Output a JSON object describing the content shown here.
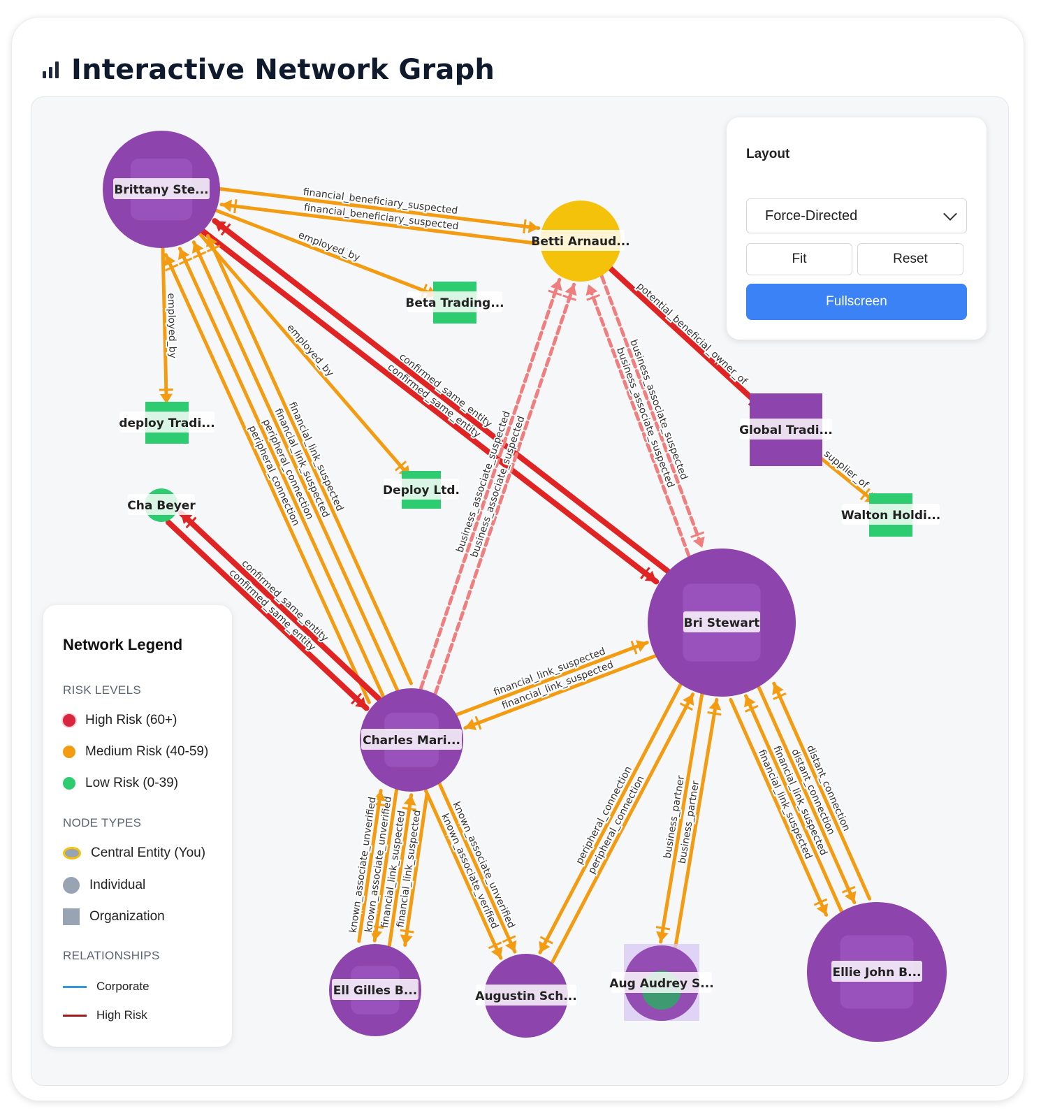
{
  "title": "Interactive Network Graph",
  "colors": {
    "purple": "#8e44ad",
    "yellow": "#f5c20b",
    "green": "#2ecc71",
    "orange": "#f39c12",
    "red": "#e02424",
    "salmon": "#ef7f7f",
    "blue": "#3b82f6"
  },
  "layout_panel": {
    "title": "Layout",
    "select_value": "Force-Directed",
    "fit_label": "Fit",
    "reset_label": "Reset",
    "fullscreen_label": "Fullscreen"
  },
  "legend": {
    "title": "Network Legend",
    "risk_title": "RISK LEVELS",
    "high": "High Risk (60+)",
    "medium": "Medium Risk (40-59)",
    "low": "Low Risk (0-39)",
    "types_title": "NODE TYPES",
    "central": "Central Entity (You)",
    "individual": "Individual",
    "organization": "Organization",
    "rel_title": "RELATIONSHIPS",
    "corporate": "Corporate",
    "highrisk": "High Risk"
  },
  "graph": {
    "nodes": [
      {
        "id": "brittany",
        "label": "Brittany Ste...",
        "shape": "circle",
        "color": "purple"
      },
      {
        "id": "betti",
        "label": "Betti Arnaud...",
        "shape": "circle",
        "color": "yellow"
      },
      {
        "id": "beta",
        "label": "Beta Trading...",
        "shape": "org",
        "color": "green"
      },
      {
        "id": "deployt",
        "label": "deploy Tradi...",
        "shape": "org",
        "color": "green"
      },
      {
        "id": "deployltd",
        "label": "Deploy Ltd.",
        "shape": "org",
        "color": "green"
      },
      {
        "id": "global",
        "label": "Global Tradi...",
        "shape": "orgbig",
        "color": "purple"
      },
      {
        "id": "walton",
        "label": "Walton Holdi...",
        "shape": "org",
        "color": "green"
      },
      {
        "id": "cha",
        "label": "Cha Beyer",
        "shape": "circle",
        "color": "green"
      },
      {
        "id": "bri",
        "label": "Bri Stewart",
        "shape": "circle",
        "color": "purple"
      },
      {
        "id": "charles",
        "label": "Charles Mari...",
        "shape": "circle",
        "color": "purple"
      },
      {
        "id": "ell",
        "label": "Ell Gilles B...",
        "shape": "circle",
        "color": "purple"
      },
      {
        "id": "augustin",
        "label": "Augustin Sch...",
        "shape": "circle",
        "color": "purple"
      },
      {
        "id": "aug",
        "label": "Aug Audrey S...",
        "shape": "circle",
        "color": "purple"
      },
      {
        "id": "ellie",
        "label": "Ellie John B...",
        "shape": "circle",
        "color": "purple"
      }
    ],
    "edges": [
      {
        "from": "betti",
        "to": "brittany",
        "label": "financial_beneficiary_suspected",
        "color": "orange"
      },
      {
        "from": "brittany",
        "to": "betti",
        "label": "financial_beneficiary_suspected",
        "color": "orange"
      },
      {
        "from": "brittany",
        "to": "beta",
        "label": "employed_by",
        "color": "orange"
      },
      {
        "from": "brittany",
        "to": "deployt",
        "label": "employed_by",
        "color": "orange"
      },
      {
        "from": "brittany",
        "to": "deployltd",
        "label": "employed_by",
        "color": "orange"
      },
      {
        "from": "brittany",
        "to": "bri",
        "label": "confirmed_same_entity",
        "color": "red"
      },
      {
        "from": "bri",
        "to": "brittany",
        "label": "confirmed_same_entity",
        "color": "red"
      },
      {
        "from": "charles",
        "to": "brittany",
        "label": "financial_link_suspected",
        "color": "orange"
      },
      {
        "from": "charles",
        "to": "brittany",
        "label": "financial_link_suspected",
        "color": "orange"
      },
      {
        "from": "charles",
        "to": "brittany",
        "label": "peripheral_connection",
        "color": "orange"
      },
      {
        "from": "charles",
        "to": "brittany",
        "label": "peripheral_connection",
        "color": "orange"
      },
      {
        "from": "betti",
        "to": "global",
        "label": "potential_beneficial_owner_of",
        "color": "red"
      },
      {
        "from": "global",
        "to": "walton",
        "label": "supplier_of",
        "color": "orange"
      },
      {
        "from": "charles",
        "to": "betti",
        "label": "business_associate_suspected",
        "color": "salmon"
      },
      {
        "from": "charles",
        "to": "betti",
        "label": "business_associate_suspected",
        "color": "salmon"
      },
      {
        "from": "betti",
        "to": "bri",
        "label": "business_associate_suspected",
        "color": "salmon"
      },
      {
        "from": "bri",
        "to": "betti",
        "label": "business_associate_suspected",
        "color": "salmon"
      },
      {
        "from": "charles",
        "to": "cha",
        "label": "confirmed_same_entity",
        "color": "red"
      },
      {
        "from": "cha",
        "to": "charles",
        "label": "confirmed_same_entity",
        "color": "red"
      },
      {
        "from": "bri",
        "to": "charles",
        "label": "financial_link_suspected",
        "color": "orange"
      },
      {
        "from": "charles",
        "to": "bri",
        "label": "financial_link_suspected",
        "color": "orange"
      },
      {
        "from": "charles",
        "to": "ell",
        "label": "financial_link_suspected",
        "color": "orange"
      },
      {
        "from": "ell",
        "to": "charles",
        "label": "financial_link_suspected",
        "color": "orange"
      },
      {
        "from": "charles",
        "to": "ell",
        "label": "known_associate_unverified",
        "color": "orange"
      },
      {
        "from": "ell",
        "to": "charles",
        "label": "known_associate_unverified",
        "color": "orange"
      },
      {
        "from": "charles",
        "to": "augustin",
        "label": "known_associate_verified",
        "color": "orange"
      },
      {
        "from": "charles",
        "to": "augustin",
        "label": "known_associate_unverified",
        "color": "orange"
      },
      {
        "from": "bri",
        "to": "augustin",
        "label": "peripheral_connection",
        "color": "orange"
      },
      {
        "from": "augustin",
        "to": "bri",
        "label": "peripheral_connection",
        "color": "orange"
      },
      {
        "from": "bri",
        "to": "aug",
        "label": "business_partner",
        "color": "orange"
      },
      {
        "from": "aug",
        "to": "bri",
        "label": "business_partner",
        "color": "orange"
      },
      {
        "from": "ellie",
        "to": "bri",
        "label": "distant_connection",
        "color": "orange"
      },
      {
        "from": "bri",
        "to": "ellie",
        "label": "distant_connection",
        "color": "orange"
      },
      {
        "from": "ellie",
        "to": "bri",
        "label": "financial_link_suspected",
        "color": "orange"
      },
      {
        "from": "bri",
        "to": "ellie",
        "label": "financial_link_suspected",
        "color": "orange"
      }
    ]
  }
}
